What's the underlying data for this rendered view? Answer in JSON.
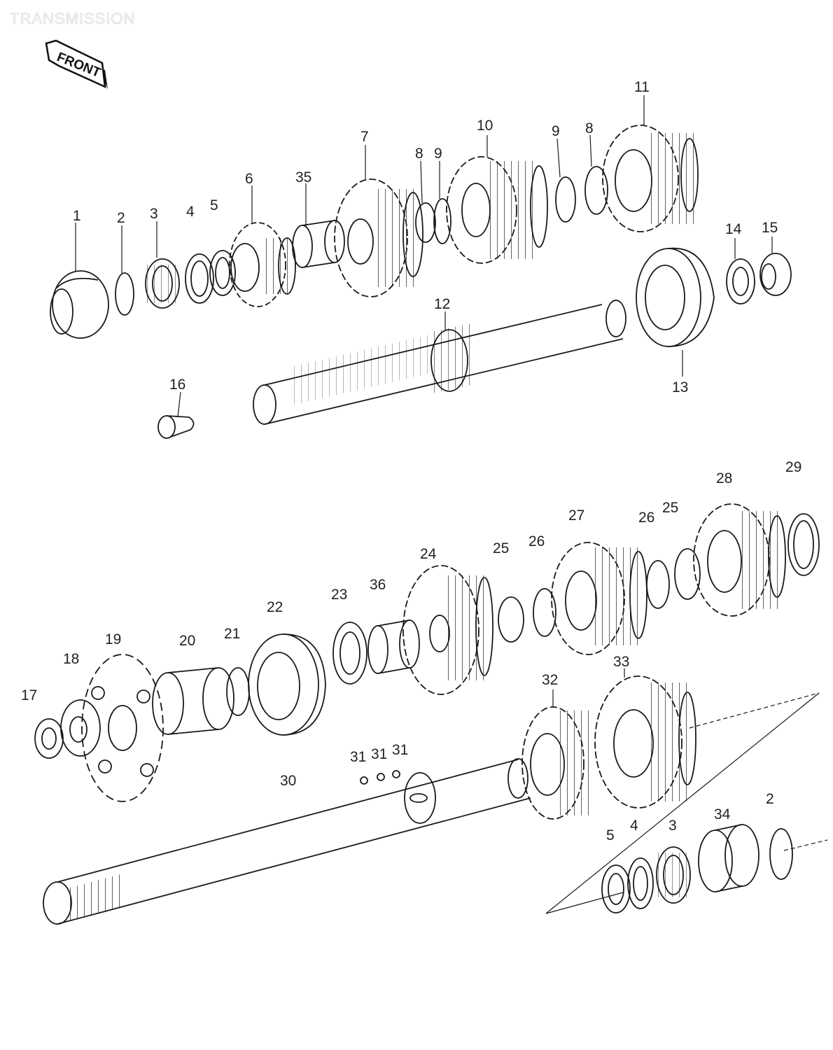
{
  "title": "TRANSMISSION",
  "badge": {
    "label": "FRONT"
  },
  "callouts": [
    "1",
    "2",
    "3",
    "4",
    "5",
    "6",
    "35",
    "7",
    "8",
    "9",
    "10",
    "9",
    "8",
    "11",
    "14",
    "15",
    "12",
    "13",
    "16",
    "17",
    "18",
    "19",
    "20",
    "21",
    "22",
    "23",
    "36",
    "24",
    "25",
    "26",
    "27",
    "26",
    "25",
    "28",
    "29",
    "32",
    "33",
    "31",
    "31",
    "31",
    "30",
    "5",
    "4",
    "3",
    "34",
    "2"
  ],
  "colors": {
    "line": "#1a1a1a",
    "paper": "#ffffff"
  }
}
